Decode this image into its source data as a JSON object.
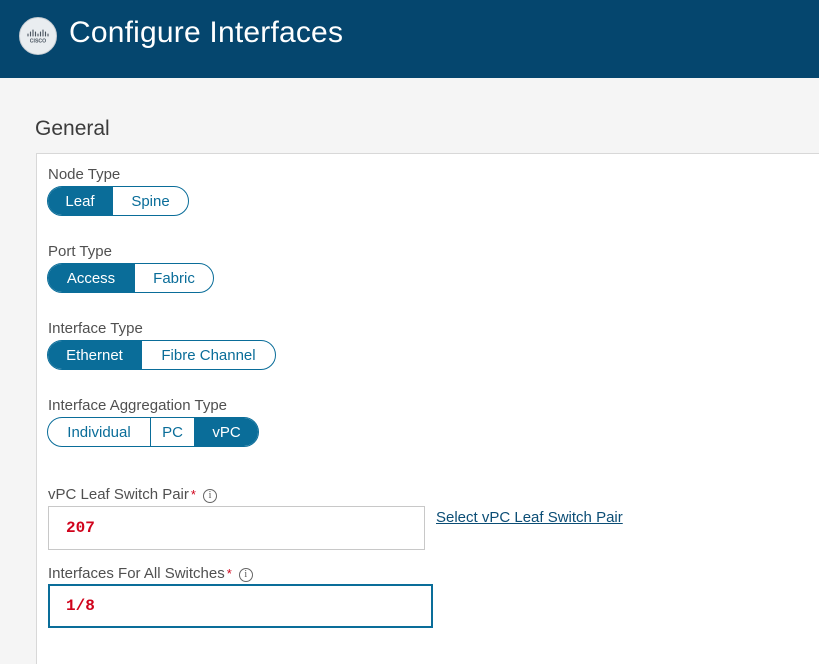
{
  "header": {
    "title": "Configure Interfaces",
    "logo_icon": "cisco-logo-icon",
    "logo_text": "CISCO"
  },
  "section": {
    "title": "General"
  },
  "node_type": {
    "label": "Node Type",
    "options": [
      "Leaf",
      "Spine"
    ],
    "selected": "Leaf"
  },
  "port_type": {
    "label": "Port Type",
    "options": [
      "Access",
      "Fabric"
    ],
    "selected": "Access"
  },
  "interface_type": {
    "label": "Interface Type",
    "options": [
      "Ethernet",
      "Fibre Channel"
    ],
    "selected": "Ethernet"
  },
  "aggregation_type": {
    "label": "Interface Aggregation Type",
    "options": [
      "Individual",
      "PC",
      "vPC"
    ],
    "selected": "vPC"
  },
  "vpc_pair": {
    "label": "vPC Leaf Switch Pair",
    "required": "*",
    "value": "207",
    "link": "Select vPC Leaf Switch Pair"
  },
  "interfaces": {
    "label": "Interfaces For All Switches",
    "required": "*",
    "value": "1/8"
  },
  "info_icon": "i",
  "colors": {
    "header_bg": "#05466e",
    "accent": "#0a6d99",
    "required": "#d0021b"
  }
}
